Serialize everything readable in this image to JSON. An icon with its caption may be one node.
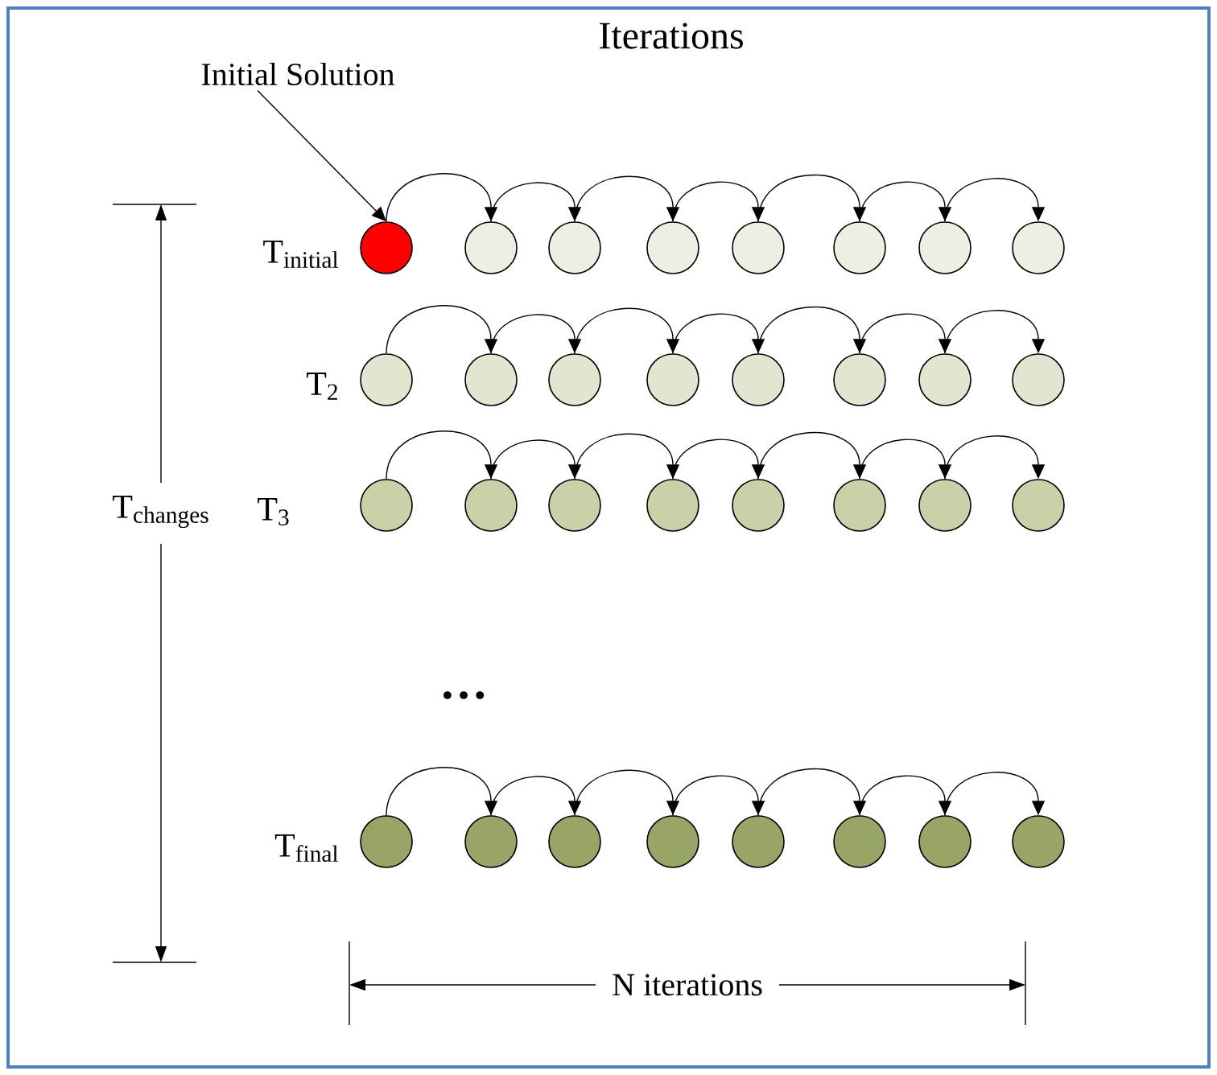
{
  "diagram": {
    "nodes": [
      {
        "text": [
          "Initial Solution"
        ]
      },
      {
        "text": [],
        "shape": "circle"
      },
      {
        "text": [],
        "shape": "circle"
      },
      {
        "text": [],
        "shape": "circle"
      },
      {
        "text": [],
        "shape": "circle"
      },
      {
        "text": [],
        "shape": "circle"
      },
      {
        "text": [],
        "shape": "circle"
      },
      {
        "text": [],
        "shape": "circle"
      },
      {
        "text": [],
        "shape": "circle"
      },
      {
        "text": [],
        "shape": "circle"
      },
      {
        "text": [],
        "shape": "circle"
      },
      {
        "text": [],
        "shape": "circle"
      },
      {
        "text": [],
        "shape": "circle"
      },
      {
        "text": [],
        "shape": "circle"
      },
      {
        "text": [],
        "shape": "circle"
      },
      {
        "text": [],
        "shape": "circle"
      },
      {
        "text": [],
        "shape": "circle"
      },
      {
        "text": [],
        "shape": "circle"
      },
      {
        "text": [],
        "shape": "circle"
      },
      {
        "text": [],
        "shape": "circle"
      },
      {
        "text": [],
        "shape": "circle"
      },
      {
        "text": [],
        "shape": "circle"
      },
      {
        "text": [],
        "shape": "circle"
      },
      {
        "text": [],
        "shape": "circle"
      },
      {
        "text": [],
        "shape": "circle"
      },
      {
        "text": [],
        "shape": "circle"
      },
      {
        "text": [],
        "shape": "circle"
      },
      {
        "text": [],
        "shape": "circle"
      },
      {
        "text": [],
        "shape": "circle"
      },
      {
        "text": [],
        "shape": "circle"
      },
      {
        "text": [],
        "shape": "circle"
      },
      {
        "text": [],
        "shape": "circle"
      },
      {
        "text": [],
        "shape": "circle"
      }
    ],
    "edges": [
      {
        "from": 0,
        "to": 1,
        "arrow": "to"
      },
      {
        "from": 1,
        "to": 2,
        "arrow": "to"
      },
      {
        "from": 2,
        "to": 3,
        "arrow": "to"
      },
      {
        "from": 3,
        "to": 4,
        "arrow": "to"
      },
      {
        "from": 4,
        "to": 5,
        "arrow": "to"
      },
      {
        "from": 5,
        "to": 6,
        "arrow": "to"
      },
      {
        "from": 6,
        "to": 7,
        "arrow": "to"
      },
      {
        "from": 7,
        "to": 8,
        "arrow": "to"
      },
      {
        "from": 9,
        "to": 10,
        "arrow": "to"
      },
      {
        "from": 10,
        "to": 11,
        "arrow": "to"
      },
      {
        "from": 11,
        "to": 12,
        "arrow": "to"
      },
      {
        "from": 12,
        "to": 13,
        "arrow": "to"
      },
      {
        "from": 13,
        "to": 14,
        "arrow": "to"
      },
      {
        "from": 14,
        "to": 15,
        "arrow": "to"
      },
      {
        "from": 15,
        "to": 16,
        "arrow": "to"
      },
      {
        "from": 17,
        "to": 18,
        "arrow": "to"
      },
      {
        "from": 18,
        "to": 19,
        "arrow": "to"
      },
      {
        "from": 19,
        "to": 20,
        "arrow": "to"
      },
      {
        "from": 20,
        "to": 21,
        "arrow": "to"
      },
      {
        "from": 21,
        "to": 22,
        "arrow": "to"
      },
      {
        "from": 22,
        "to": 23,
        "arrow": "to"
      },
      {
        "from": 23,
        "to": 24,
        "arrow": "to"
      },
      {
        "from": 25,
        "to": 26,
        "arrow": "to"
      },
      {
        "from": 26,
        "to": 27,
        "arrow": "to"
      },
      {
        "from": 27,
        "to": 28,
        "arrow": "to"
      },
      {
        "from": 28,
        "to": 29,
        "arrow": "to"
      },
      {
        "from": 29,
        "to": 30,
        "arrow": "to"
      },
      {
        "from": 30,
        "to": 31,
        "arrow": "to"
      },
      {
        "from": 31,
        "to": 32,
        "arrow": "to"
      }
    ],
    "labels": [
      "Iterations",
      "T$_{initial}$",
      "T$_{2}$",
      "T$_{changes}$",
      "T$_{3}$",
      "…",
      "T$_{final}$",
      "N iterations"
    ]
  }
}
